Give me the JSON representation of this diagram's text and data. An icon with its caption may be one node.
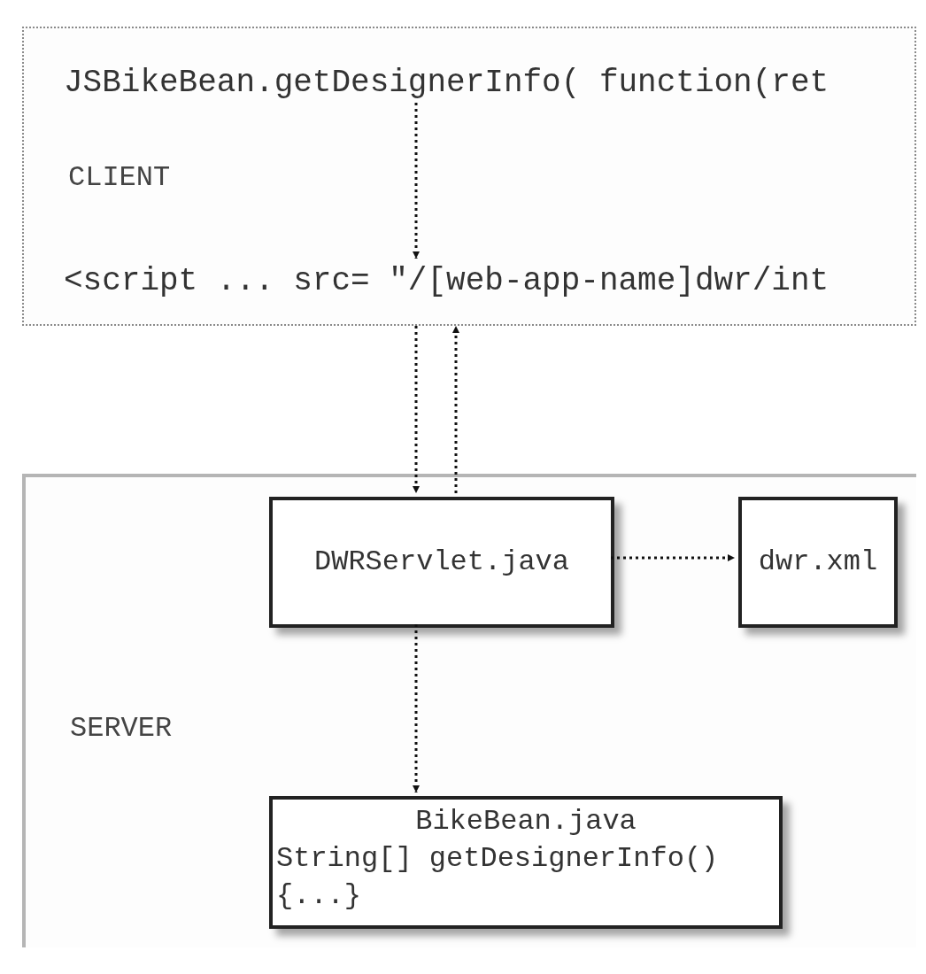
{
  "diagram": {
    "nodes": [
      {
        "text": [
          "CLIENT"
        ]
      },
      {
        "text": [
          "JSBikeBean.getDesignerInfo( function(ret"
        ],
        "in": 0
      },
      {
        "text": [
          "<script ... src= \"/[web-app-name]dwr/int"
        ],
        "in": 0
      },
      {
        "text": [
          "SERVER"
        ]
      },
      {
        "text": [
          "DWRServlet.java"
        ],
        "in": 3
      },
      {
        "text": [
          "dwr.xml"
        ],
        "in": 3
      },
      {
        "text": [
          "BikeBean.java",
          "String[] getDesignerInfo()",
          "{...}"
        ],
        "in": 3
      }
    ],
    "edges": [
      {
        "from": 1,
        "to": 2,
        "arrow": "to",
        "style": "dashed"
      },
      {
        "from": 0,
        "to": 4,
        "arrow": "to",
        "style": "dashed"
      },
      {
        "from": 4,
        "to": 0,
        "arrow": "to",
        "style": "dashed"
      },
      {
        "from": 4,
        "to": 5,
        "arrow": "to",
        "style": "dashed"
      },
      {
        "from": 4,
        "to": 6,
        "arrow": "to",
        "style": "dashed"
      }
    ]
  }
}
